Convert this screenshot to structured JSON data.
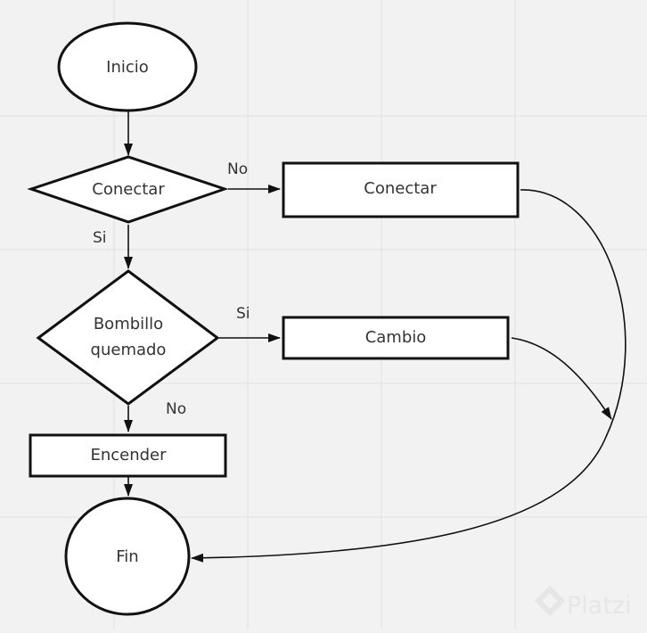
{
  "nodes": {
    "inicio": "Inicio",
    "decision_conectar": "Conectar",
    "proceso_conectar": "Conectar",
    "decision_bombillo_line1": "Bombillo",
    "decision_bombillo_line2": "quemado",
    "proceso_cambio": "Cambio",
    "proceso_encender": "Encender",
    "fin": "Fin"
  },
  "edges": {
    "conectar_no": "No",
    "conectar_si": "Si",
    "bombillo_si": "Si",
    "bombillo_no": "No"
  },
  "watermark": "Platzi",
  "colors": {
    "background": "#f2f2f2",
    "grid": "#e1e1e1",
    "stroke": "#111111",
    "text": "#333333",
    "watermark": "#e6e6e6"
  }
}
